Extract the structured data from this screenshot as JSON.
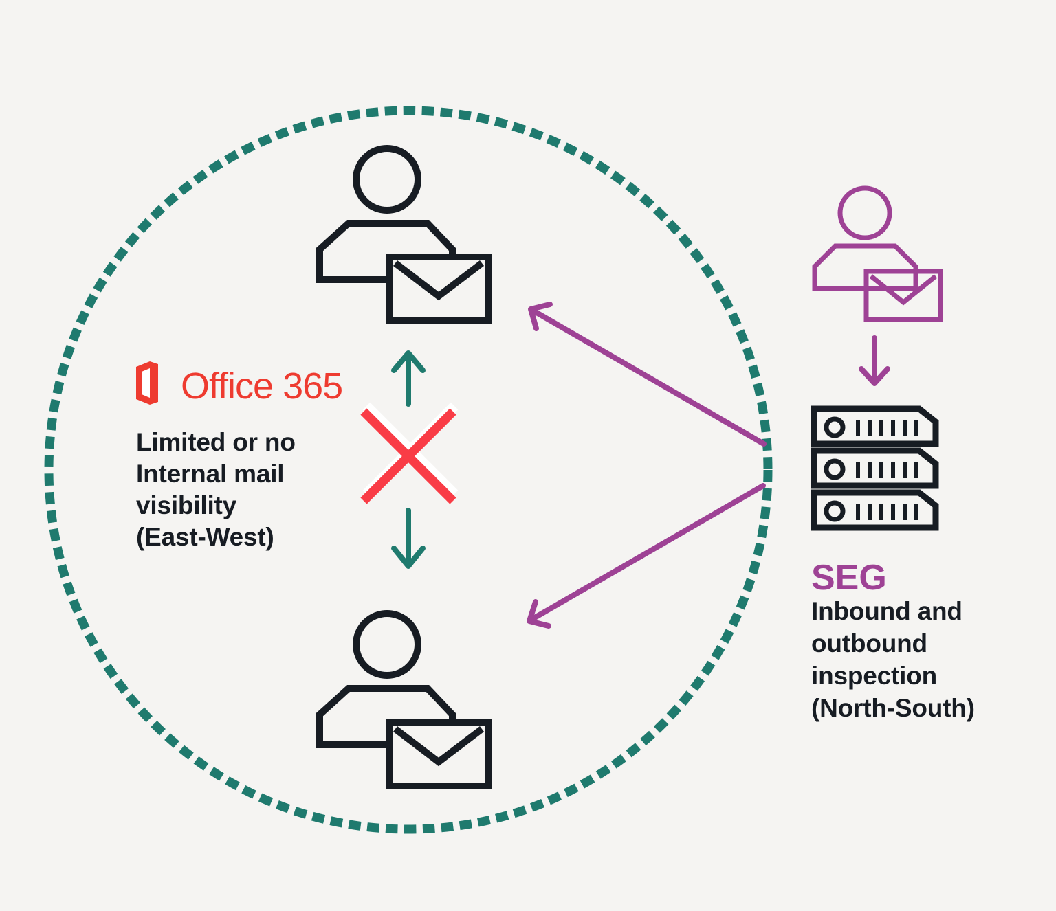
{
  "title": "Office 365 internal mail visibility vs SEG inspection diagram",
  "colors": {
    "background": "#f5f4f2",
    "ink": "#171c23",
    "teal": "#1f7a6e",
    "purple": "#9e4295",
    "cross_red": "#f93c46",
    "office_red": "#ee3b30",
    "white": "#ffffff"
  },
  "office365": {
    "brand": "Office 365",
    "caption_lines": [
      "Limited or no",
      "Internal mail",
      "visibility",
      "(East-West)"
    ]
  },
  "seg": {
    "title": "SEG",
    "caption_lines": [
      "Inbound and",
      "outbound",
      "inspection",
      "(North-South)"
    ]
  },
  "icons": {
    "boundary": "dashed-teal-circle",
    "internal_user_top": "user-with-envelope-icon",
    "internal_user_bottom": "user-with-envelope-icon",
    "external_user": "user-with-envelope-icon-purple",
    "east_west_arrows": "up-and-down-teal-arrows",
    "blocked": "red-cross-icon",
    "north_south_arrows": "diagonal-purple-arrows",
    "inbound_arrow": "down-purple-arrow",
    "seg_gateway": "server-stack-icon",
    "office365_logo": "office-365-logo-icon"
  }
}
